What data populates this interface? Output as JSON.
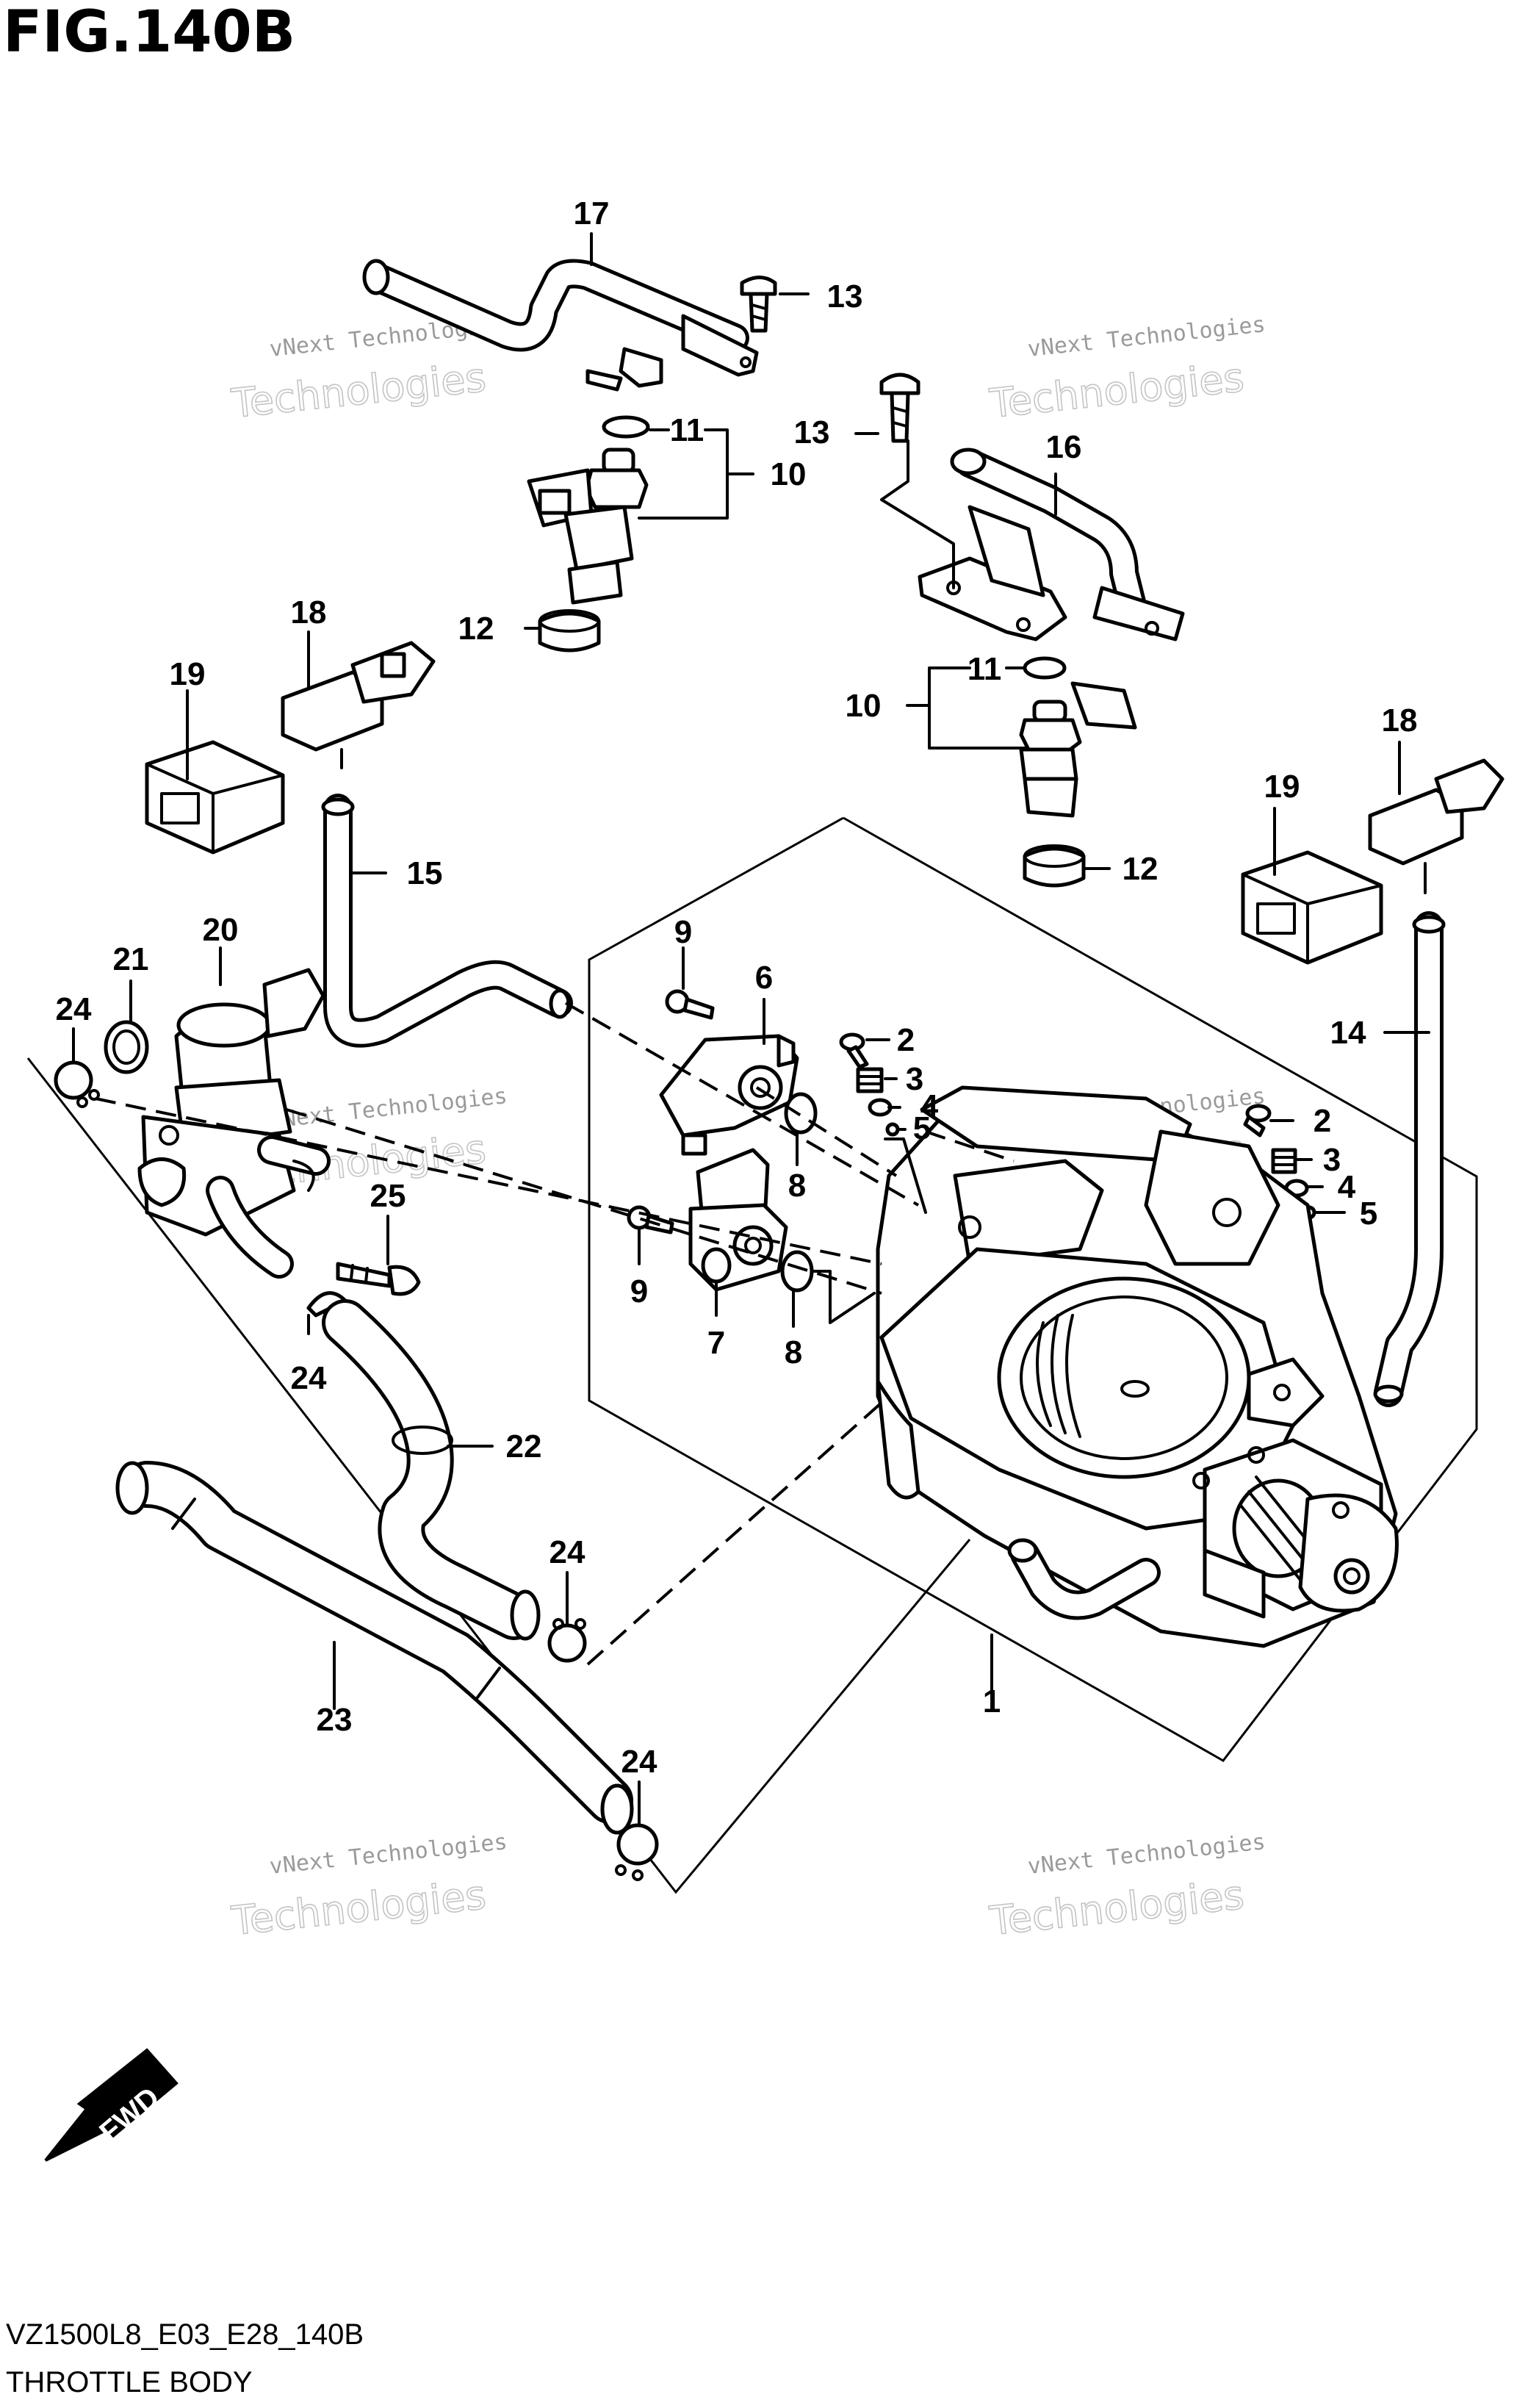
{
  "figure_title": "FIG.140B",
  "watermark": {
    "line1": "vNext Technologies",
    "line2": "Technologies"
  },
  "fwd_label": "FWD",
  "footer": {
    "model_code": "VZ1500L8_E03_E28_140B",
    "section_name": "THROTTLE BODY"
  },
  "callouts": [
    "17",
    "13",
    "11",
    "10",
    "13",
    "16",
    "12",
    "18",
    "19",
    "11",
    "10",
    "18",
    "12",
    "19",
    "15",
    "9",
    "6",
    "2",
    "20",
    "21",
    "3",
    "24",
    "4",
    "5",
    "14",
    "2",
    "3",
    "4",
    "8",
    "25",
    "5",
    "9",
    "8",
    "7",
    "24",
    "22",
    "24",
    "1",
    "23",
    "24"
  ]
}
